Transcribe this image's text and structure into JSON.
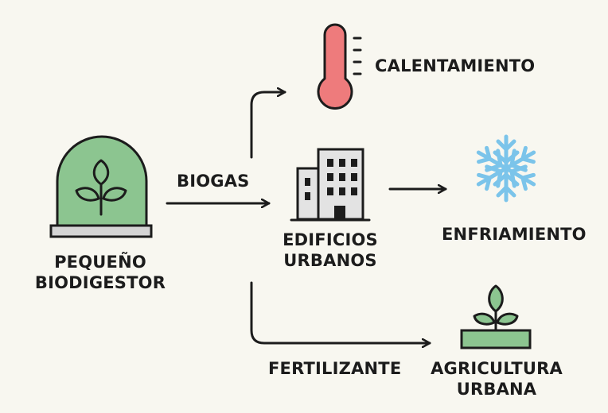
{
  "nodes": {
    "source": {
      "line1": "PEQUEÑO",
      "line2": "BIODIGESTOR"
    },
    "buildings": {
      "line1": "EDIFICIOS",
      "line2": "URBANOS"
    },
    "heating": {
      "label": "CALENTAMIENTO"
    },
    "cooling": {
      "label": "ENFRIAMIENTO"
    },
    "agriculture": {
      "line1": "AGRICULTURA",
      "line2": "URBANA"
    }
  },
  "edges": {
    "biogas": {
      "label": "BIOGAS"
    },
    "fertilizer": {
      "label": "FERTILIZANTE"
    }
  },
  "icons": {
    "biodigester": "biodigester-dome-icon",
    "buildings": "buildings-icon",
    "heating": "thermometer-icon",
    "cooling": "snowflake-icon",
    "agriculture": "sprout-icon"
  },
  "colors": {
    "green_fill": "#8cc590",
    "thermo_red": "#ee7b7c",
    "snow_blue": "#7bc4ea",
    "building_gray": "#e3e3e3",
    "stroke": "#1c1c1c"
  }
}
